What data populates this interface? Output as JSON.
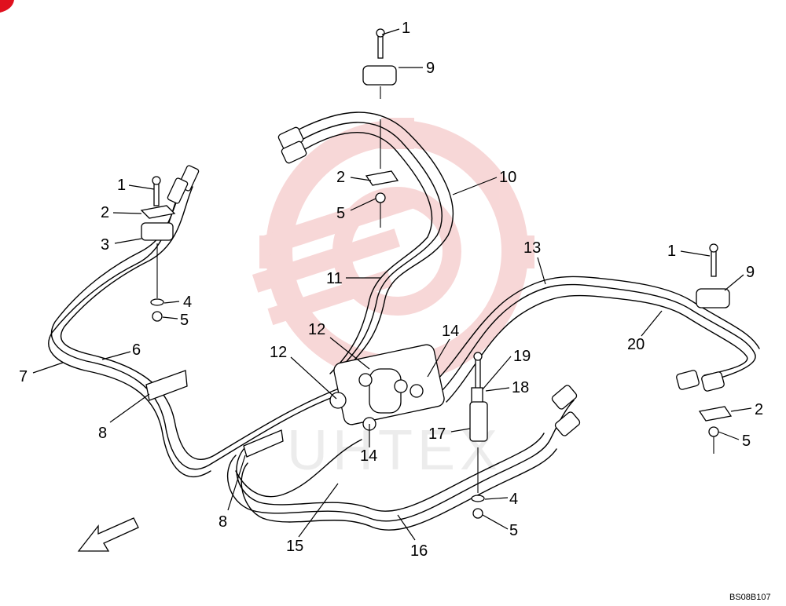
{
  "drawing_code": "BS08B107",
  "watermark_text": "UHTEX",
  "colors": {
    "watermark": "#f2b7b7",
    "corner_mark": "#e0101e",
    "line": "#000000"
  },
  "callouts": [
    {
      "id": "c1a",
      "text": "1"
    },
    {
      "id": "c9a",
      "text": "9"
    },
    {
      "id": "c10",
      "text": "10"
    },
    {
      "id": "c2a",
      "text": "2"
    },
    {
      "id": "c5a",
      "text": "5"
    },
    {
      "id": "c11",
      "text": "11"
    },
    {
      "id": "c1b",
      "text": "1"
    },
    {
      "id": "c2b",
      "text": "2"
    },
    {
      "id": "c3",
      "text": "3"
    },
    {
      "id": "c4a",
      "text": "4"
    },
    {
      "id": "c5b",
      "text": "5"
    },
    {
      "id": "c6",
      "text": "6"
    },
    {
      "id": "c7",
      "text": "7"
    },
    {
      "id": "c8a",
      "text": "8"
    },
    {
      "id": "c12a",
      "text": "12"
    },
    {
      "id": "c12b",
      "text": "12"
    },
    {
      "id": "c14a",
      "text": "14"
    },
    {
      "id": "c14b",
      "text": "14"
    },
    {
      "id": "c19",
      "text": "19"
    },
    {
      "id": "c18",
      "text": "18"
    },
    {
      "id": "c17",
      "text": "17"
    },
    {
      "id": "c13",
      "text": "13"
    },
    {
      "id": "c1c",
      "text": "1"
    },
    {
      "id": "c9b",
      "text": "9"
    },
    {
      "id": "c20",
      "text": "20"
    },
    {
      "id": "c2c",
      "text": "2"
    },
    {
      "id": "c5c",
      "text": "5"
    },
    {
      "id": "c4b",
      "text": "4"
    },
    {
      "id": "c5d",
      "text": "5"
    },
    {
      "id": "c8b",
      "text": "8"
    },
    {
      "id": "c15",
      "text": "15"
    },
    {
      "id": "c16",
      "text": "16"
    }
  ]
}
